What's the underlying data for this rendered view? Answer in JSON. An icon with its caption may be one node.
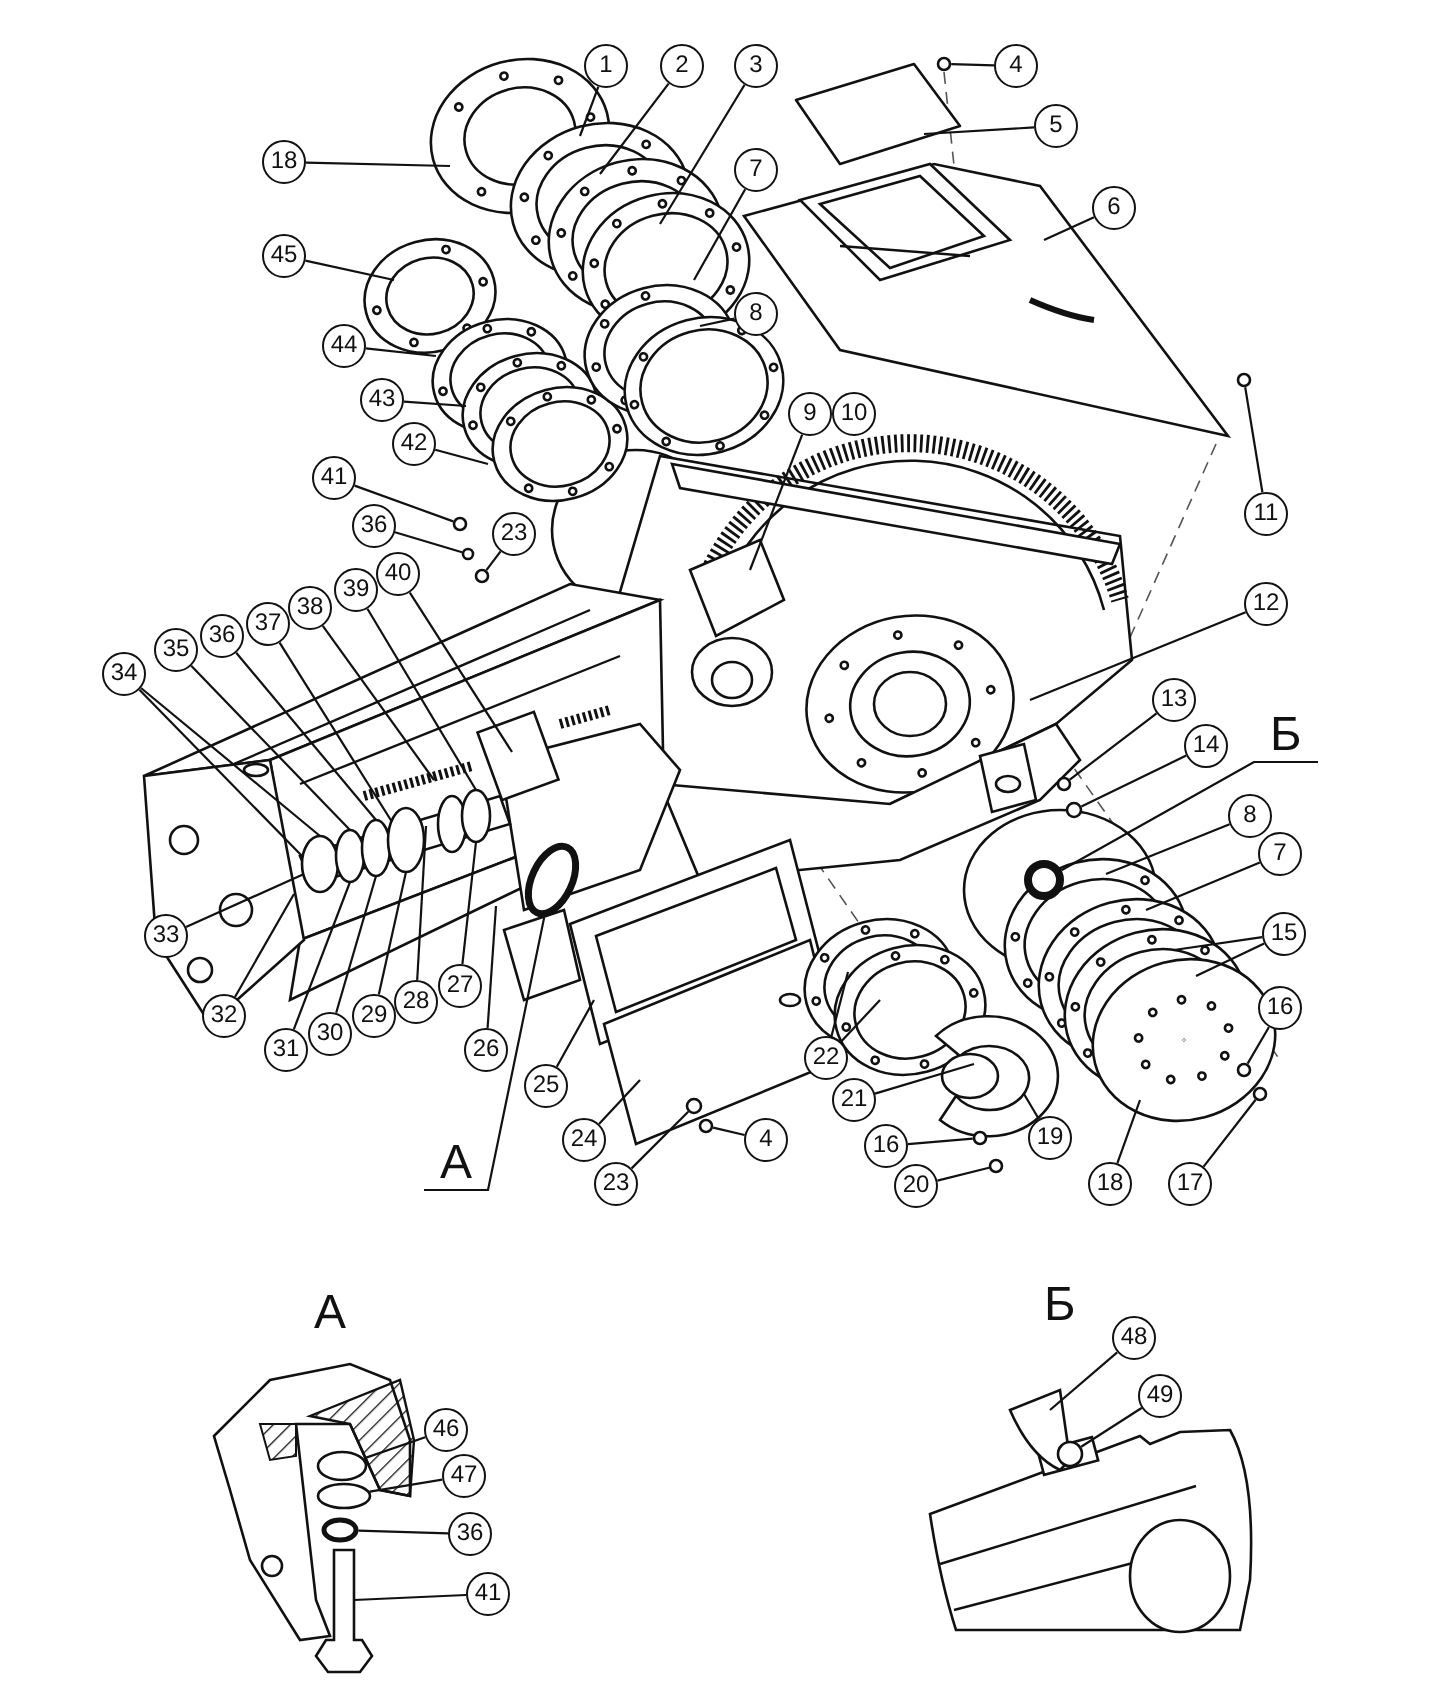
{
  "diagram": {
    "nodes": [
      {
        "text": [
          "1"
        ]
      },
      {
        "text": [
          "2"
        ]
      },
      {
        "text": [
          "3"
        ]
      },
      {
        "text": [
          "4"
        ]
      },
      {
        "text": [
          "5"
        ]
      },
      {
        "text": [
          "18"
        ]
      },
      {
        "text": [
          "7"
        ]
      },
      {
        "text": [
          "6"
        ]
      },
      {
        "text": [
          "45"
        ]
      },
      {
        "text": [
          "8"
        ]
      },
      {
        "text": [
          "44"
        ]
      },
      {
        "text": [
          "43"
        ]
      },
      {
        "text": [
          "9"
        ]
      },
      {
        "text": [
          "10"
        ]
      },
      {
        "text": [
          "42"
        ]
      },
      {
        "text": [
          "41"
        ]
      },
      {
        "text": [
          "23"
        ]
      },
      {
        "text": [
          "11"
        ]
      },
      {
        "text": [
          "36"
        ]
      },
      {
        "text": [
          "40"
        ]
      },
      {
        "text": [
          "12"
        ]
      },
      {
        "text": [
          "39"
        ]
      },
      {
        "text": [
          "38"
        ]
      },
      {
        "text": [
          "37"
        ]
      },
      {
        "text": [
          "36"
        ]
      },
      {
        "text": [
          "35"
        ]
      },
      {
        "text": [
          "34"
        ]
      },
      {
        "text": [
          "13"
        ]
      },
      {
        "text": [
          "Б"
        ]
      },
      {
        "text": [
          "14"
        ]
      },
      {
        "text": [
          "8"
        ]
      },
      {
        "text": [
          "7"
        ]
      },
      {
        "text": [
          "15"
        ]
      },
      {
        "text": [
          "33"
        ]
      },
      {
        "text": [
          "32"
        ]
      },
      {
        "text": [
          "28"
        ]
      },
      {
        "text": [
          "27"
        ]
      },
      {
        "text": [
          "29"
        ]
      },
      {
        "text": [
          "30"
        ]
      },
      {
        "text": [
          "31"
        ]
      },
      {
        "text": [
          "26"
        ]
      },
      {
        "text": [
          "25"
        ]
      },
      {
        "text": [
          "16"
        ]
      },
      {
        "text": [
          "22"
        ]
      },
      {
        "text": [
          "21"
        ]
      },
      {
        "text": [
          "24"
        ]
      },
      {
        "text": [
          "4"
        ]
      },
      {
        "text": [
          "19"
        ]
      },
      {
        "text": [
          "16"
        ]
      },
      {
        "text": [
          "А"
        ]
      },
      {
        "text": [
          "23"
        ]
      },
      {
        "text": [
          "20"
        ]
      },
      {
        "text": [
          "18"
        ]
      },
      {
        "text": [
          "17"
        ]
      },
      {
        "text": [
          "46"
        ]
      },
      {
        "text": [
          "47"
        ]
      },
      {
        "text": [
          "36"
        ]
      },
      {
        "text": [
          "41"
        ]
      },
      {
        "text": [
          "48"
        ]
      },
      {
        "text": [
          "49"
        ]
      },
      {
        "text": [],
        "shape": "circle"
      },
      {
        "text": [],
        "shape": "circle"
      },
      {
        "text": [],
        "shape": "circle"
      },
      {
        "text": [],
        "shape": "circle"
      },
      {
        "text": [],
        "shape": "circle"
      },
      {
        "text": [],
        "shape": "circle"
      },
      {
        "text": [],
        "shape": "circle"
      },
      {
        "text": [],
        "shape": "circle"
      },
      {
        "text": [],
        "shape": "circle"
      },
      {
        "text": [],
        "shape": "circle"
      },
      {
        "text": [],
        "shape": "circle"
      },
      {
        "text": [],
        "shape": "circle"
      },
      {
        "text": [],
        "shape": "circle"
      },
      {
        "text": [],
        "shape": "circle"
      },
      {
        "text": [],
        "shape": "circle"
      },
      {
        "text": [],
        "shape": "circle"
      },
      {
        "text": [],
        "shape": "circle"
      },
      {
        "text": [],
        "shape": "circle"
      },
      {
        "text": [],
        "shape": "picture"
      },
      {
        "text": [],
        "shape": "picture"
      },
      {
        "text": [],
        "shape": "circle"
      }
    ],
    "edges": [
      {
        "from": 0,
        "to": null,
        "arrow": "none"
      },
      {
        "from": 1,
        "to": null,
        "arrow": "none"
      },
      {
        "from": 2,
        "to": null,
        "arrow": "none"
      },
      {
        "from": 3,
        "to": 60,
        "arrow": "none"
      },
      {
        "from": 4,
        "to": null,
        "arrow": "none"
      },
      {
        "from": 5,
        "to": null,
        "arrow": "none"
      },
      {
        "from": 6,
        "to": null,
        "arrow": "none"
      },
      {
        "from": 7,
        "to": null,
        "arrow": "none"
      },
      {
        "from": 8,
        "to": null,
        "arrow": "none"
      },
      {
        "from": 9,
        "to": null,
        "arrow": "none"
      },
      {
        "from": 10,
        "to": null,
        "arrow": "none"
      },
      {
        "from": 11,
        "to": null,
        "arrow": "none"
      },
      {
        "from": 12,
        "to": null,
        "arrow": "none"
      },
      {
        "from": 14,
        "to": null,
        "arrow": "none"
      },
      {
        "from": 15,
        "to": 62,
        "arrow": "none"
      },
      {
        "from": 16,
        "to": 64,
        "arrow": "none"
      },
      {
        "from": 17,
        "to": 61,
        "arrow": "none"
      },
      {
        "from": 18,
        "to": 63,
        "arrow": "none"
      },
      {
        "from": 19,
        "to": null,
        "arrow": "none"
      },
      {
        "from": 20,
        "to": null,
        "arrow": "none"
      },
      {
        "from": 21,
        "to": null,
        "arrow": "none"
      },
      {
        "from": 22,
        "to": null,
        "arrow": "none"
      },
      {
        "from": 23,
        "to": null,
        "arrow": "none"
      },
      {
        "from": 24,
        "to": null,
        "arrow": "none"
      },
      {
        "from": 25,
        "to": null,
        "arrow": "none"
      },
      {
        "from": 26,
        "to": null,
        "arrow": "none"
      },
      {
        "from": 26,
        "to": null,
        "arrow": "none"
      },
      {
        "from": 27,
        "to": 65,
        "arrow": "none"
      },
      {
        "from": 28,
        "to": 74,
        "arrow": "none"
      },
      {
        "from": 29,
        "to": 66,
        "arrow": "none"
      },
      {
        "from": 30,
        "to": null,
        "arrow": "none"
      },
      {
        "from": 31,
        "to": null,
        "arrow": "none"
      },
      {
        "from": 32,
        "to": null,
        "arrow": "none"
      },
      {
        "from": 32,
        "to": null,
        "arrow": "none"
      },
      {
        "from": 33,
        "to": null,
        "arrow": "none"
      },
      {
        "from": 34,
        "to": null,
        "arrow": "none"
      },
      {
        "from": 35,
        "to": null,
        "arrow": "none"
      },
      {
        "from": 36,
        "to": null,
        "arrow": "none"
      },
      {
        "from": 37,
        "to": null,
        "arrow": "none"
      },
      {
        "from": 38,
        "to": null,
        "arrow": "none"
      },
      {
        "from": 39,
        "to": null,
        "arrow": "none"
      },
      {
        "from": 40,
        "to": null,
        "arrow": "none"
      },
      {
        "from": 41,
        "to": null,
        "arrow": "none"
      },
      {
        "from": 42,
        "to": 71,
        "arrow": "none"
      },
      {
        "from": 43,
        "to": null,
        "arrow": "none"
      },
      {
        "from": 43,
        "to": null,
        "arrow": "none"
      },
      {
        "from": 44,
        "to": null,
        "arrow": "none"
      },
      {
        "from": 45,
        "to": null,
        "arrow": "none"
      },
      {
        "from": 46,
        "to": 67,
        "arrow": "none"
      },
      {
        "from": 47,
        "to": null,
        "arrow": "none"
      },
      {
        "from": 48,
        "to": 69,
        "arrow": "none"
      },
      {
        "from": 49,
        "to": 73,
        "arrow": "none"
      },
      {
        "from": 50,
        "to": 68,
        "arrow": "none"
      },
      {
        "from": 51,
        "to": 70,
        "arrow": "none"
      },
      {
        "from": 52,
        "to": null,
        "arrow": "none"
      },
      {
        "from": 53,
        "to": 72,
        "arrow": "none"
      },
      {
        "from": 54,
        "to": 75,
        "arrow": "none"
      },
      {
        "from": 55,
        "to": 76,
        "arrow": "none"
      },
      {
        "from": 56,
        "to": 77,
        "arrow": "none"
      },
      {
        "from": 57,
        "to": 78,
        "arrow": "none"
      },
      {
        "from": 58,
        "to": 79,
        "arrow": "none"
      },
      {
        "from": 59,
        "to": 80,
        "arrow": "none"
      }
    ],
    "labels": [
      "А",
      "Б"
    ]
  }
}
